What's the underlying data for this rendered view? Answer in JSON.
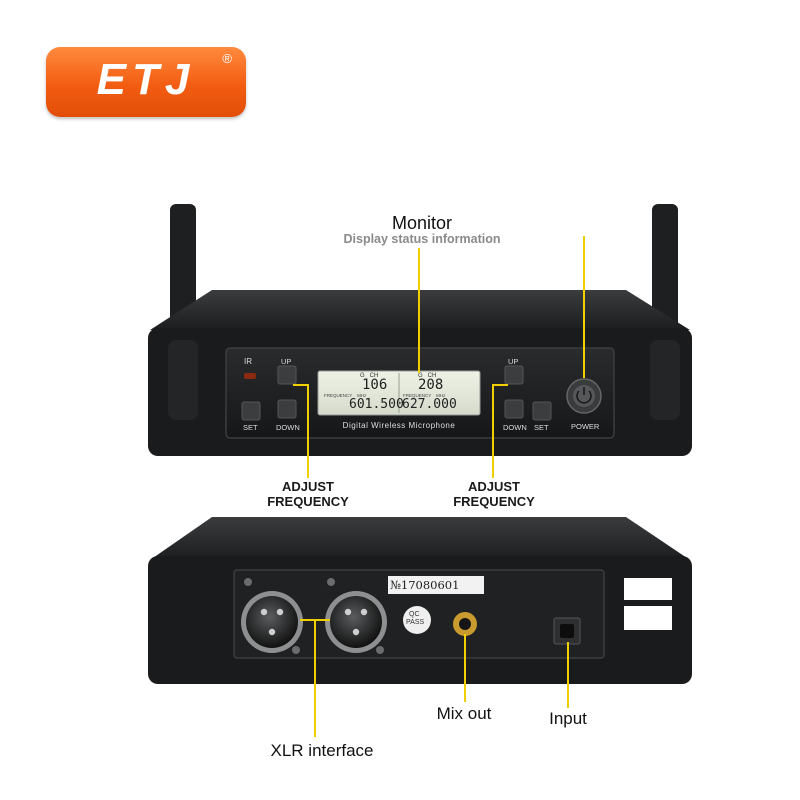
{
  "logo": {
    "text": "ETJ",
    "reg": "®"
  },
  "front_panel": {
    "ir": "IR",
    "up_left": "UP",
    "set_left": "SET",
    "down_left": "DOWN",
    "up_right": "UP",
    "down_right": "DOWN",
    "set_right": "SET",
    "power": "POWER",
    "model": "Digital Wireless Microphone",
    "lcd": {
      "ch_left": "106",
      "ch_right": "208",
      "freq_left": "601.500",
      "freq_right": "627.000",
      "ch_label": "G   CH",
      "freq_label": "FREQUENCY    MHz"
    }
  },
  "rear_panel": {
    "serial": "№17080601",
    "qc": "QC",
    "pass": "PASS"
  },
  "labels": {
    "monitor_title": "Monitor",
    "monitor_sub": "Display status information",
    "adjust_left_1": "ADJUST",
    "adjust_left_2": "FREQUENCY",
    "adjust_right_1": "ADJUST",
    "adjust_right_2": "FREQUENCY",
    "mix_out": "Mix out",
    "input": "Input",
    "xlr": "XLR interface"
  }
}
